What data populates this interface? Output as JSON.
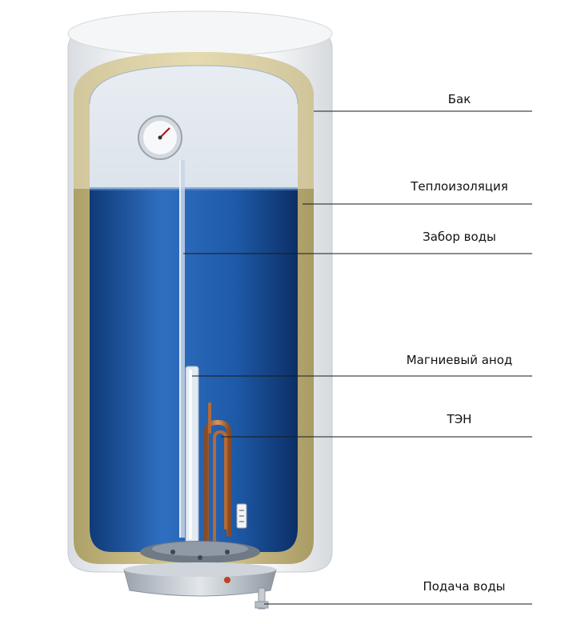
{
  "labels": [
    {
      "id": "tank",
      "text": "Бак"
    },
    {
      "id": "insulation",
      "text": "Теплоизоляция"
    },
    {
      "id": "water-intake",
      "text": "Забор воды"
    },
    {
      "id": "magnesium-anode",
      "text": "Магниевый анод"
    },
    {
      "id": "heating-element",
      "text": "ТЭН"
    },
    {
      "id": "water-supply",
      "text": "Подача воды"
    }
  ],
  "colors": {
    "water": "#1e5aa8",
    "water_dark": "#0f3a78",
    "insulation": "#c9b978",
    "shell": "#f2f4f6",
    "copper": "#c0703a",
    "anode": "#dfe6ee"
  }
}
